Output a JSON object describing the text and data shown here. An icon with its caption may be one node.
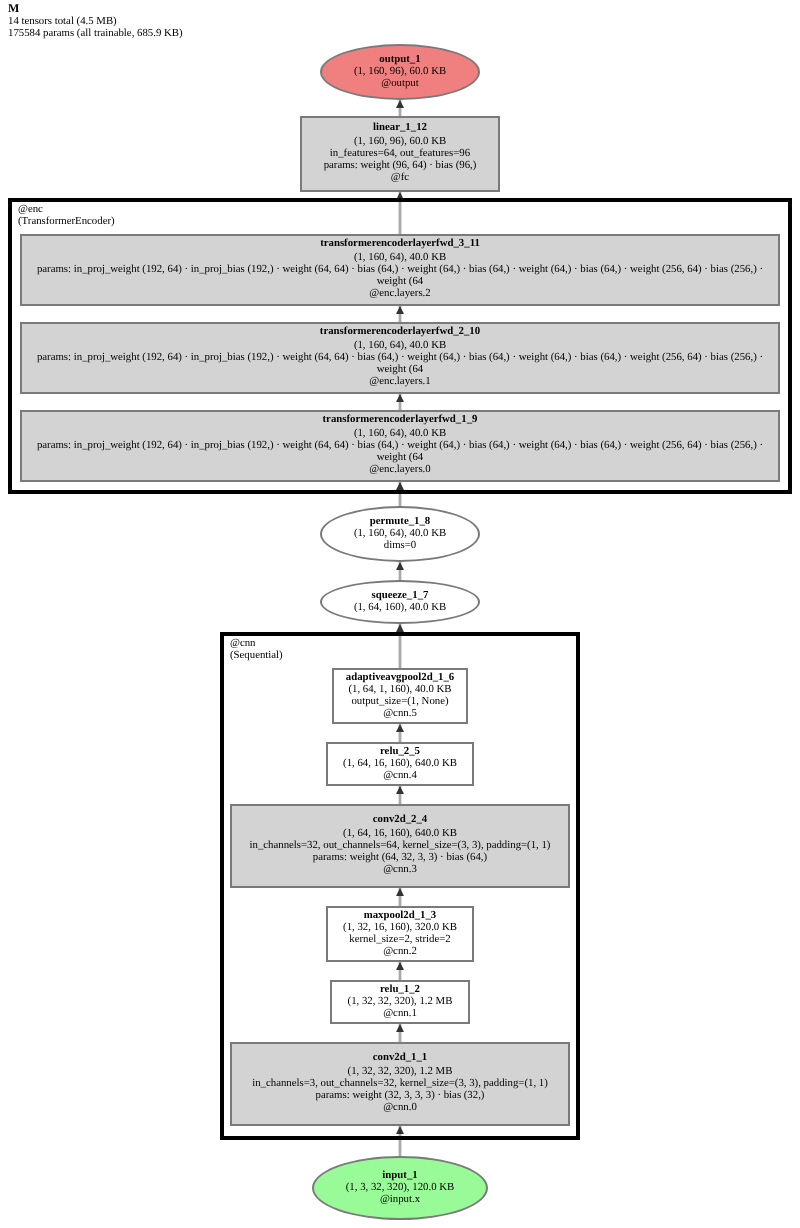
{
  "diagram": {
    "title": "M",
    "labels": [
      "14 tensors total (4.5 MB)",
      "175584 params (all trainable, 685.9 KB)"
    ],
    "nodes": [
      {
        "text": [
          "output_1",
          "(1, 160, 96), 60.0 KB",
          "@output"
        ]
      },
      {
        "text": [
          "linear_1_12",
          "(1, 160, 96), 60.0 KB",
          "in_features=64, out_features=96",
          "params: weight (96, 64) · bias (96,)",
          "@fc"
        ]
      },
      {
        "text": [
          "@enc",
          "(TransformerEncoder)"
        ]
      },
      {
        "text": [
          "transformerencoderlayerfwd_3_11",
          "(1, 160, 64), 40.0 KB",
          "params: in_proj_weight (192, 64) · in_proj_bias (192,) · weight (64, 64) · bias (64,) · weight (64,) · bias (64,) · weight (64,) · bias (64,) · weight (256, 64) · bias (256,) · weight (64",
          "@enc.layers.2"
        ],
        "in": 2
      },
      {
        "text": [
          "transformerencoderlayerfwd_2_10",
          "(1, 160, 64), 40.0 KB",
          "params: in_proj_weight (192, 64) · in_proj_bias (192,) · weight (64, 64) · bias (64,) · weight (64,) · bias (64,) · weight (64,) · bias (64,) · weight (256, 64) · bias (256,) · weight (64",
          "@enc.layers.1"
        ],
        "in": 2
      },
      {
        "text": [
          "transformerencoderlayerfwd_1_9",
          "(1, 160, 64), 40.0 KB",
          "params: in_proj_weight (192, 64) · in_proj_bias (192,) · weight (64, 64) · bias (64,) · weight (64,) · bias (64,) · weight (64,) · bias (64,) · weight (256, 64) · bias (256,) · weight (64",
          "@enc.layers.0"
        ],
        "in": 2
      },
      {
        "text": [
          "permute_1_8",
          "(1, 160, 64), 40.0 KB",
          "dims=0"
        ]
      },
      {
        "text": [
          "squeeze_1_7",
          "(1, 64, 160), 40.0 KB"
        ]
      },
      {
        "text": [
          "@cnn",
          "(Sequential)"
        ]
      },
      {
        "text": [
          "adaptiveavgpool2d_1_6",
          "(1, 64, 1, 160), 40.0 KB",
          "output_size=(1, None)",
          "@cnn.5"
        ],
        "in": 8
      },
      {
        "text": [
          "relu_2_5",
          "(1, 64, 16, 160), 640.0 KB",
          "@cnn.4"
        ],
        "in": 8
      },
      {
        "text": [
          "conv2d_2_4",
          "(1, 64, 16, 160), 640.0 KB",
          "in_channels=32, out_channels=64, kernel_size=(3, 3), padding=(1, 1)",
          "params: weight (64, 32, 3, 3) · bias (64,)",
          "@cnn.3"
        ],
        "in": 8
      },
      {
        "text": [
          "maxpool2d_1_3",
          "(1, 32, 16, 160), 320.0 KB",
          "kernel_size=2, stride=2",
          "@cnn.2"
        ],
        "in": 8
      },
      {
        "text": [
          "relu_1_2",
          "(1, 32, 32, 320), 1.2 MB",
          "@cnn.1"
        ],
        "in": 8
      },
      {
        "text": [
          "conv2d_1_1",
          "(1, 32, 32, 320), 1.2 MB",
          "in_channels=3, out_channels=32, kernel_size=(3, 3), padding=(1, 1)",
          "params: weight (32, 3, 3, 3) · bias (32,)",
          "@cnn.0"
        ],
        "in": 8
      },
      {
        "text": [
          "input_1",
          "(1, 3, 32, 320), 120.0 KB",
          "@input.x"
        ]
      }
    ],
    "edges": [
      {
        "from": 1,
        "to": 0,
        "arrow": "to"
      },
      {
        "from": 3,
        "to": 1,
        "arrow": "to"
      },
      {
        "from": 4,
        "to": 3,
        "arrow": "to"
      },
      {
        "from": 5,
        "to": 4,
        "arrow": "to"
      },
      {
        "from": 6,
        "to": 5,
        "arrow": "to"
      },
      {
        "from": 7,
        "to": 6,
        "arrow": "to"
      },
      {
        "from": 9,
        "to": 7,
        "arrow": "to"
      },
      {
        "from": 10,
        "to": 9,
        "arrow": "to"
      },
      {
        "from": 11,
        "to": 10,
        "arrow": "to"
      },
      {
        "from": 12,
        "to": 11,
        "arrow": "to"
      },
      {
        "from": 13,
        "to": 12,
        "arrow": "to"
      },
      {
        "from": 14,
        "to": 13,
        "arrow": "to"
      },
      {
        "from": 15,
        "to": 14,
        "arrow": "to"
      }
    ]
  }
}
